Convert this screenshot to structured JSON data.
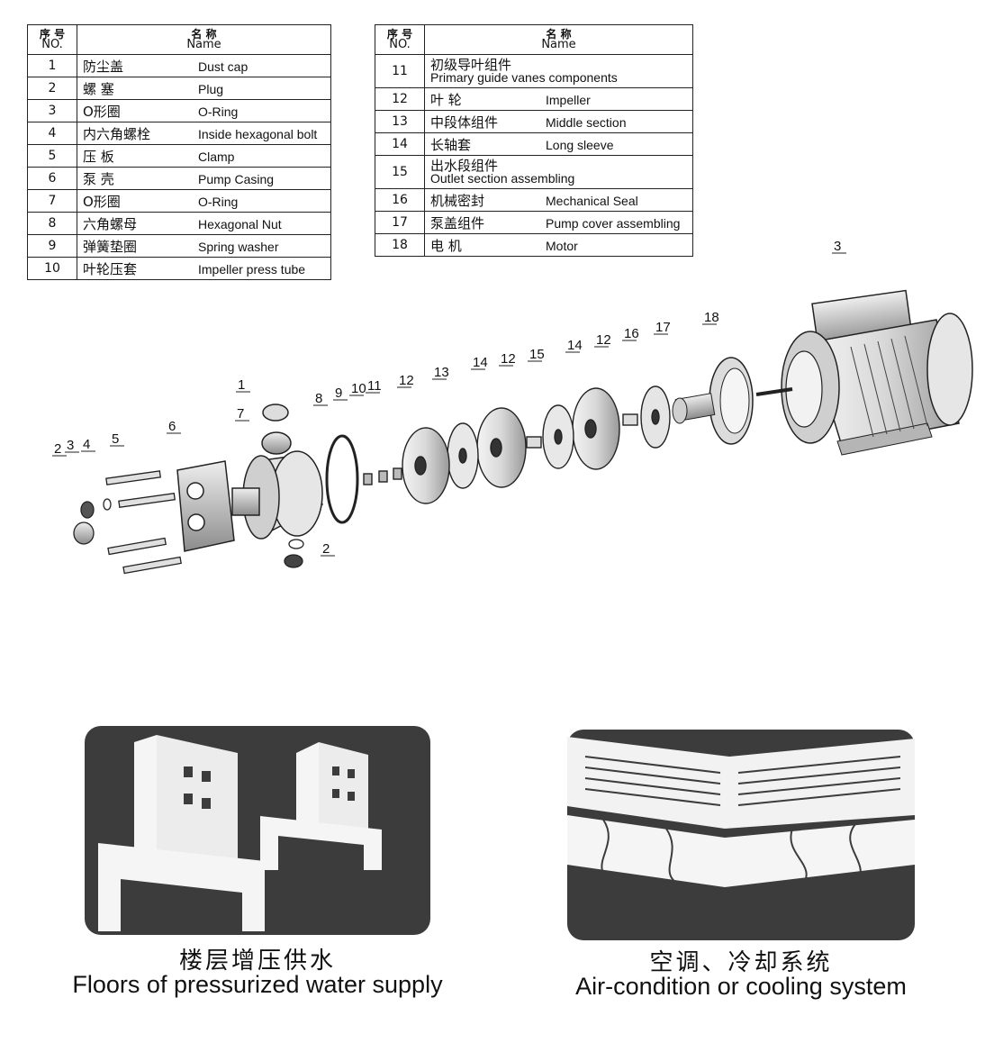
{
  "table_left": {
    "header": {
      "no_zh": "序 号",
      "no_en": "NO.",
      "name_zh": "名 称",
      "name_en": "Name"
    },
    "rows": [
      {
        "no": "1",
        "zh": "防尘盖",
        "en": "Dust cap"
      },
      {
        "no": "2",
        "zh": "螺 塞",
        "en": "Plug"
      },
      {
        "no": "3",
        "zh": "O形圈",
        "en": "O-Ring"
      },
      {
        "no": "4",
        "zh": "内六角螺栓",
        "en": "Inside hexagonal bolt"
      },
      {
        "no": "5",
        "zh": "压 板",
        "en": "Clamp"
      },
      {
        "no": "6",
        "zh": "泵 壳",
        "en": "Pump Casing"
      },
      {
        "no": "7",
        "zh": "O形圈",
        "en": "O-Ring"
      },
      {
        "no": "8",
        "zh": "六角螺母",
        "en": "Hexagonal Nut"
      },
      {
        "no": "9",
        "zh": "弹簧垫圈",
        "en": "Spring washer"
      },
      {
        "no": "10",
        "zh": "叶轮压套",
        "en": "Impeller press tube"
      }
    ]
  },
  "table_right": {
    "header": {
      "no_zh": "序 号",
      "no_en": "NO.",
      "name_zh": "名 称",
      "name_en": "Name"
    },
    "rows": [
      {
        "no": "11",
        "zh": "初级导叶组件",
        "en": "Primary guide vanes components"
      },
      {
        "no": "12",
        "zh": "叶 轮",
        "en": "Impeller"
      },
      {
        "no": "13",
        "zh": "中段体组件",
        "en": "Middle section"
      },
      {
        "no": "14",
        "zh": "长轴套",
        "en": "Long sleeve"
      },
      {
        "no": "15",
        "zh": "出水段组件",
        "en": "Outlet section assembling"
      },
      {
        "no": "16",
        "zh": "机械密封",
        "en": "Mechanical Seal"
      },
      {
        "no": "17",
        "zh": "泵盖组件",
        "en": "Pump cover assembling"
      },
      {
        "no": "18",
        "zh": "电 机",
        "en": "Motor"
      }
    ]
  },
  "callouts": [
    "1",
    "2",
    "3",
    "4",
    "5",
    "6",
    "7",
    "8",
    "9",
    "10",
    "11",
    "12",
    "13",
    "14",
    "12",
    "15",
    "14",
    "12",
    "16",
    "17",
    "18",
    "3",
    "2"
  ],
  "applications": [
    {
      "zh": "楼层增压供水",
      "en": "Floors of pressurized water supply",
      "icon": "buildings-icon"
    },
    {
      "zh": "空调、冷却系统",
      "en": "Air-condition or cooling system",
      "icon": "cooling-unit-icon"
    }
  ]
}
